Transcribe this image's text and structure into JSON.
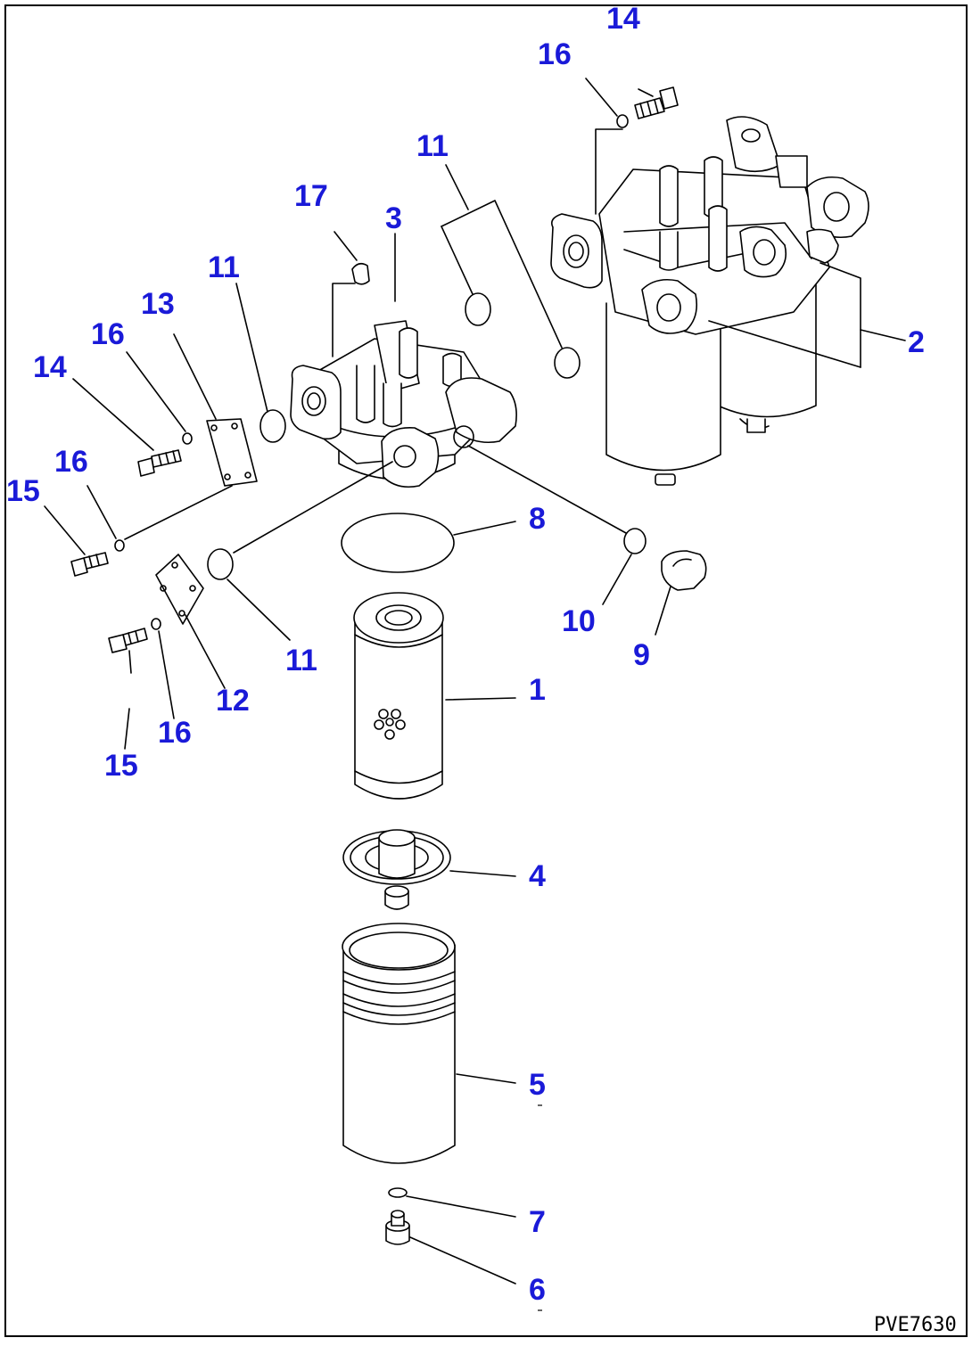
{
  "colors": {
    "callout": "#1a1ad8",
    "line": "#000000",
    "background": "#ffffff",
    "frame": "#000000"
  },
  "drawing_code": "PVE7630",
  "callouts": [
    {
      "id": "c14a",
      "text": "14"
    },
    {
      "id": "c16a",
      "text": "16"
    },
    {
      "id": "c11a",
      "text": "11"
    },
    {
      "id": "c17",
      "text": "17"
    },
    {
      "id": "c3",
      "text": "3"
    },
    {
      "id": "c2",
      "text": "2"
    },
    {
      "id": "c11b",
      "text": "11"
    },
    {
      "id": "c13",
      "text": "13"
    },
    {
      "id": "c16b",
      "text": "16"
    },
    {
      "id": "c14b",
      "text": "14"
    },
    {
      "id": "c16c",
      "text": "16"
    },
    {
      "id": "c15a",
      "text": "15"
    },
    {
      "id": "c8",
      "text": "8"
    },
    {
      "id": "c10",
      "text": "10"
    },
    {
      "id": "c9",
      "text": "9"
    },
    {
      "id": "c11c",
      "text": "11"
    },
    {
      "id": "c12",
      "text": "12"
    },
    {
      "id": "c1",
      "text": "1"
    },
    {
      "id": "c16d",
      "text": "16"
    },
    {
      "id": "c15b",
      "text": "15"
    },
    {
      "id": "c4",
      "text": "4"
    },
    {
      "id": "c5",
      "text": "5"
    },
    {
      "id": "c7",
      "text": "7"
    },
    {
      "id": "c6",
      "text": "6"
    }
  ]
}
